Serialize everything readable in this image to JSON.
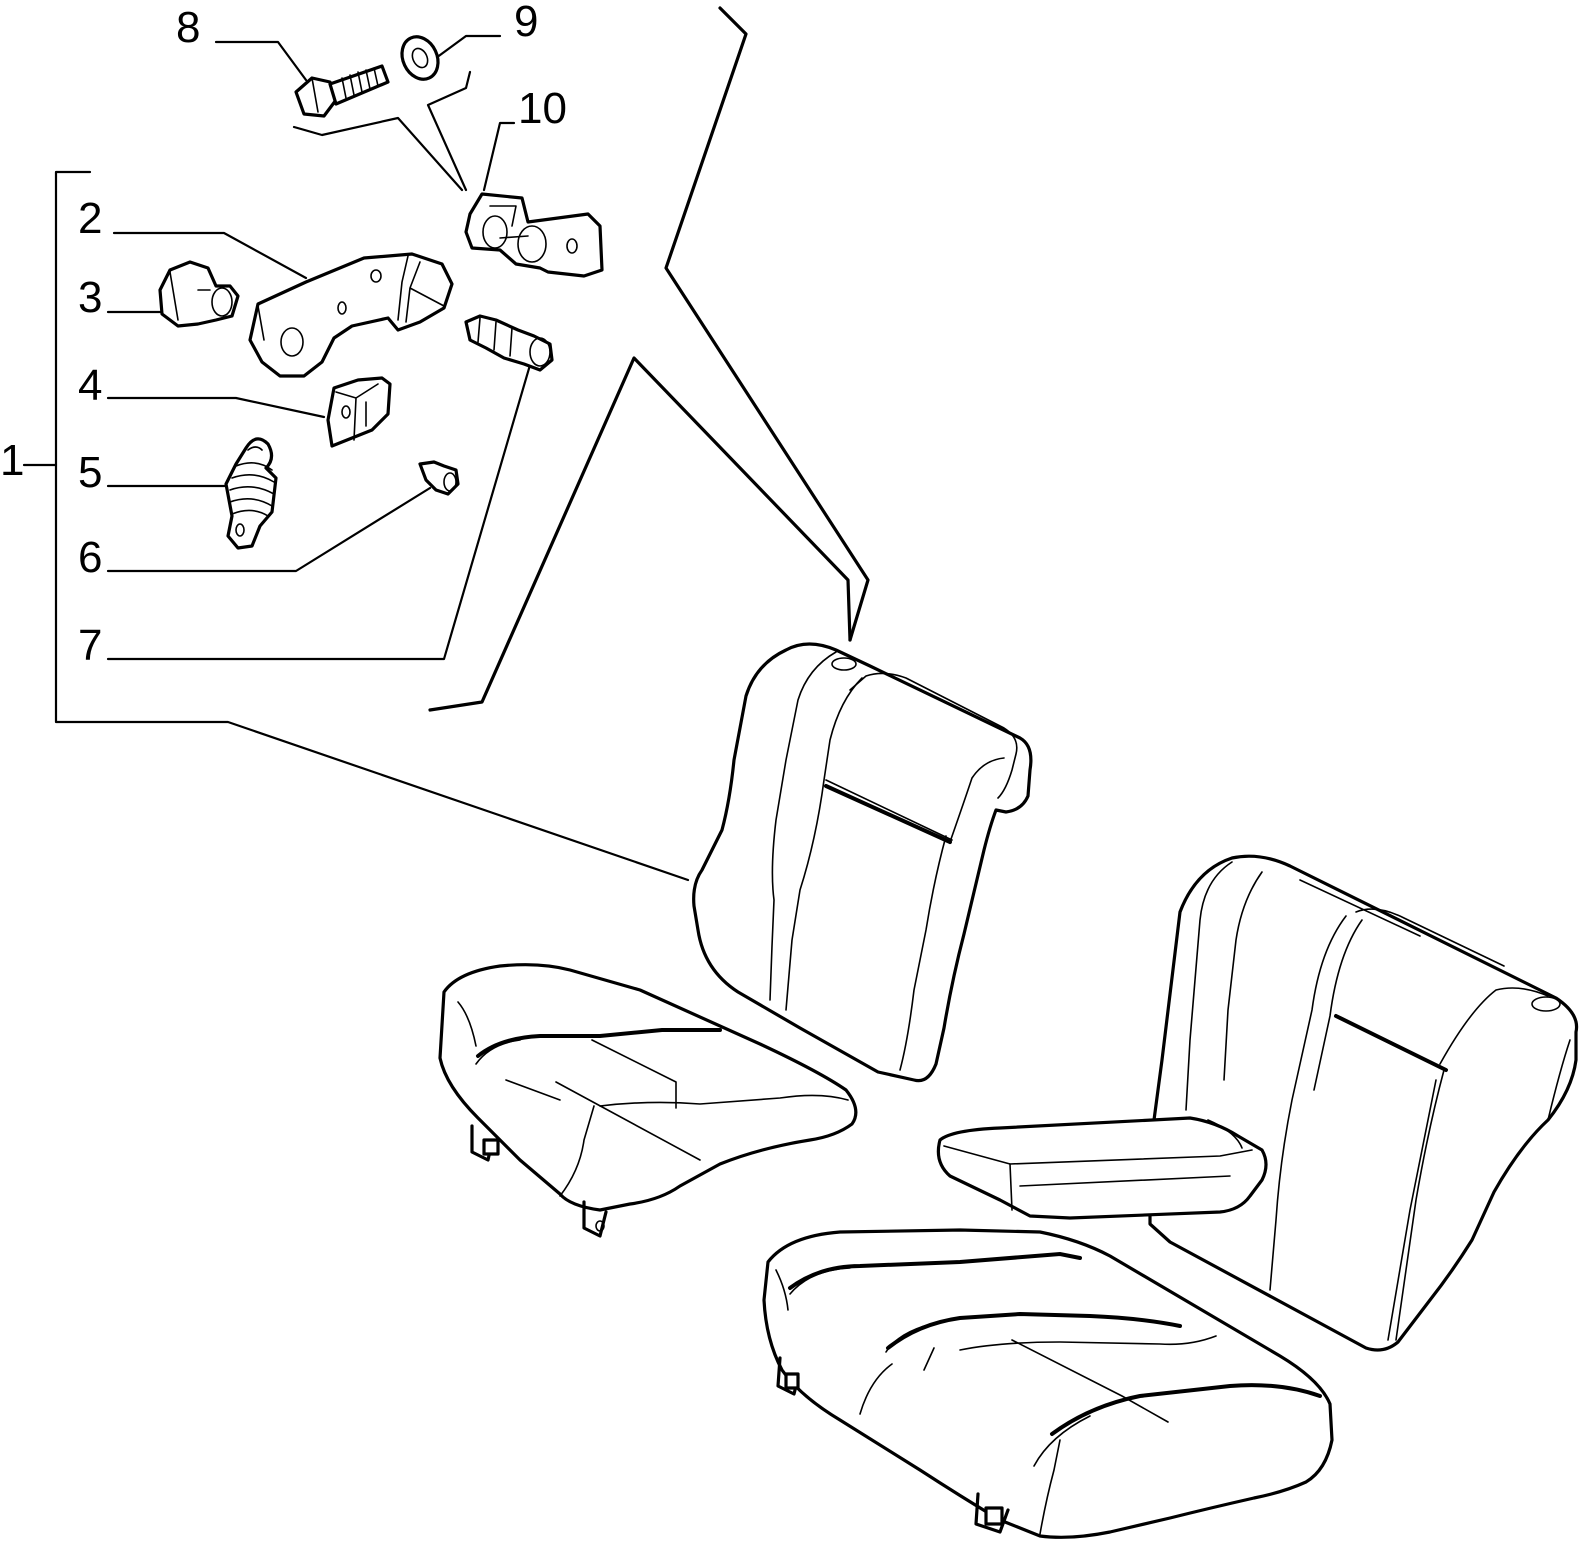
{
  "diagram": {
    "line_color": "#000000",
    "background_color": "#ffffff",
    "callouts": [
      {
        "id": "callout-1",
        "label": "1"
      },
      {
        "id": "callout-2",
        "label": "2"
      },
      {
        "id": "callout-3",
        "label": "3"
      },
      {
        "id": "callout-4",
        "label": "4"
      },
      {
        "id": "callout-5",
        "label": "5"
      },
      {
        "id": "callout-6",
        "label": "6"
      },
      {
        "id": "callout-7",
        "label": "7"
      },
      {
        "id": "callout-8",
        "label": "8"
      },
      {
        "id": "callout-9",
        "label": "9"
      },
      {
        "id": "callout-10",
        "label": "10"
      }
    ]
  }
}
